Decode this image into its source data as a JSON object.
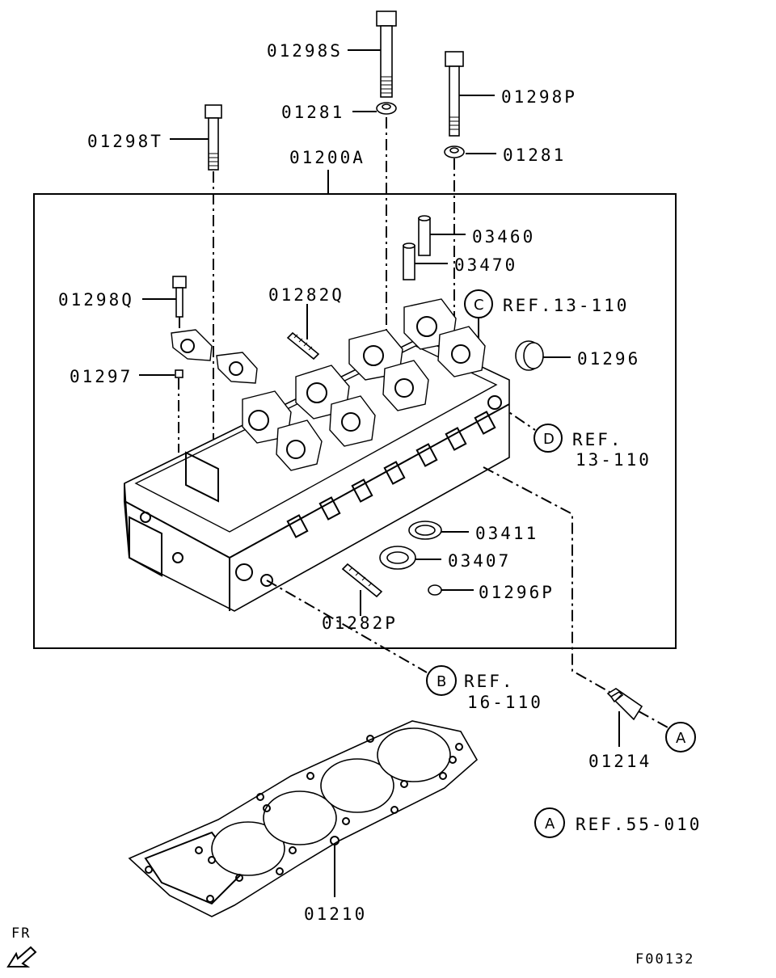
{
  "labels": {
    "p_01298S": "01298S",
    "p_01281a": "01281",
    "p_01298P": "01298P",
    "p_01281b": "01281",
    "p_01298T": "01298T",
    "p_01200A": "01200A",
    "p_03460": "03460",
    "p_03470": "03470",
    "p_01298Q": "01298Q",
    "p_01282Q": "01282Q",
    "p_01296": "01296",
    "p_01297": "01297",
    "p_03411": "03411",
    "p_03407": "03407",
    "p_01296P": "01296P",
    "p_01282P": "01282P",
    "p_01214": "01214",
    "p_01210": "01210"
  },
  "refs": {
    "c_letter": "C",
    "c_text": "REF.13-110",
    "d_letter": "D",
    "d_text1": "REF.",
    "d_text2": "13-110",
    "b_letter": "B",
    "b_text1": "REF.",
    "b_text2": "16-110",
    "a1_letter": "A",
    "a2_letter": "A",
    "a2_text": "REF.55-010"
  },
  "footer": {
    "direction": "FR",
    "figure_id": "F00132"
  }
}
